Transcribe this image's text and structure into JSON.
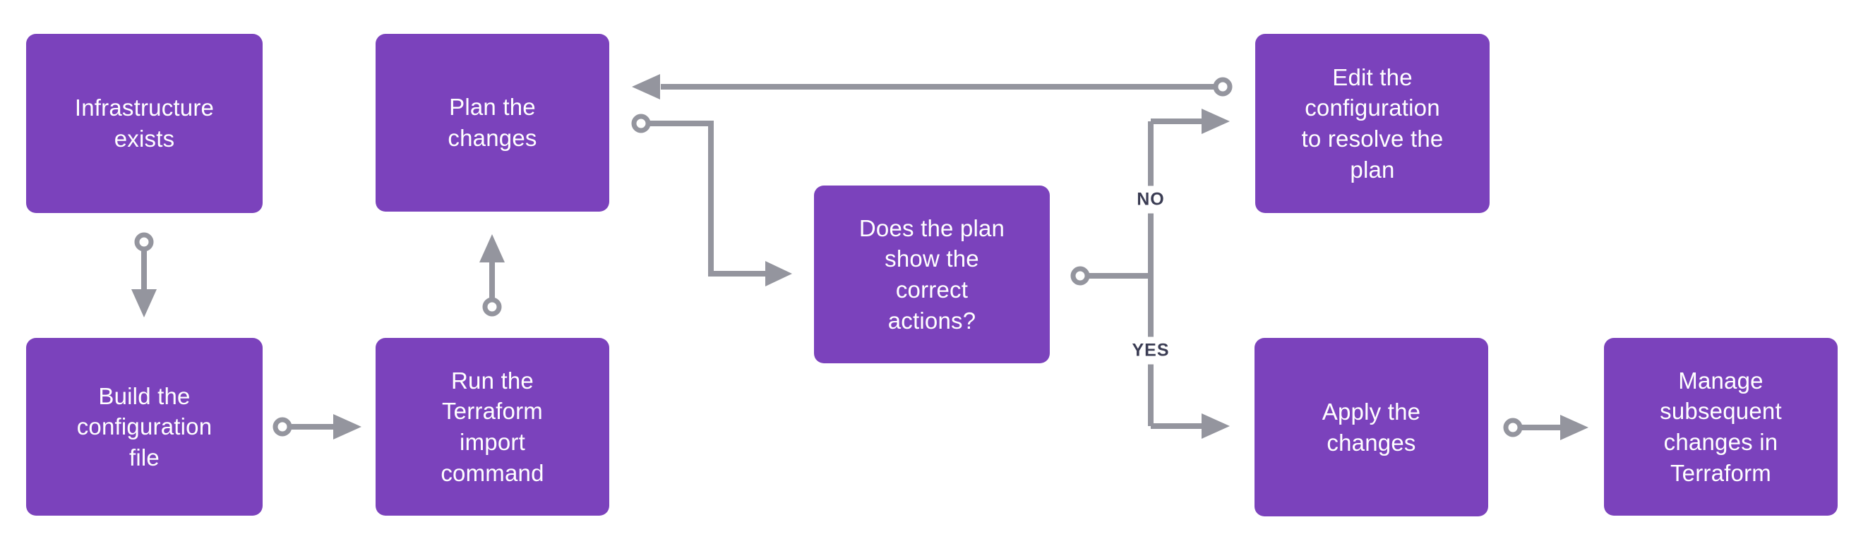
{
  "flowchart": {
    "nodes": [
      {
        "id": "infrastructure-exists",
        "label": "Infrastructure\nexists"
      },
      {
        "id": "build-configuration-file",
        "label": "Build the\nconfiguration\nfile"
      },
      {
        "id": "run-terraform-import-command",
        "label": "Run the\nTerraform\nimport\ncommand"
      },
      {
        "id": "plan-the-changes",
        "label": "Plan the\nchanges"
      },
      {
        "id": "does-plan-show-correct-actions",
        "label": "Does the plan\nshow the\ncorrect\nactions?"
      },
      {
        "id": "edit-configuration-resolve-plan",
        "label": "Edit the\nconfiguration\nto resolve the\nplan"
      },
      {
        "id": "apply-the-changes",
        "label": "Apply the\nchanges"
      },
      {
        "id": "manage-subsequent-changes",
        "label": "Manage\nsubsequent\nchanges in\nTerraform"
      }
    ],
    "branch_labels": {
      "no": "NO",
      "yes": "YES"
    },
    "colors": {
      "node_fill": "#7B42BC",
      "node_text": "#FFFFFF",
      "connector": "#94959E",
      "branch_label_text": "#3B3D54",
      "background": "#FFFFFF"
    }
  }
}
